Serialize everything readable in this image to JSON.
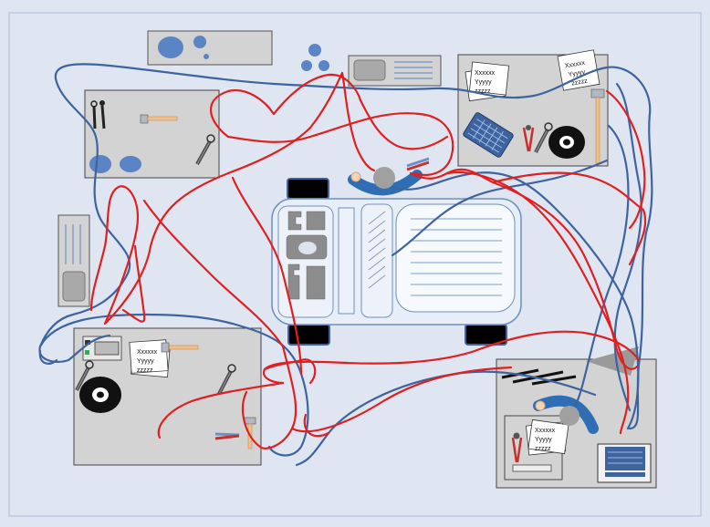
{
  "notes": {
    "top_right_a": [
      "Xxxxxx",
      "Yyyyy",
      "zzzzz"
    ],
    "top_right_b": [
      "Xxxxxx",
      "Yyyyy",
      "zzzzz"
    ],
    "bottom_left": [
      "Xxxxxx",
      "Yyyyy",
      "zzzzz"
    ],
    "bottom_right": [
      "Xxxxxx",
      "Yyyyy",
      "zzzzz"
    ]
  },
  "colors": {
    "background": "#dfe6f2",
    "frame": "#c6d1e3",
    "workbench": "#d3d3d3",
    "red_path": "#e02020",
    "blue_path": "#3e64a0",
    "machine_fill": "#e7eef8",
    "machine_stroke": "#6f8fbd",
    "worker_blue": "#2f6db5"
  },
  "icons": [
    "workbench",
    "hammer",
    "wrench",
    "pliers",
    "tape-roll",
    "keyboard",
    "document",
    "screwdriver",
    "machine",
    "operator"
  ]
}
